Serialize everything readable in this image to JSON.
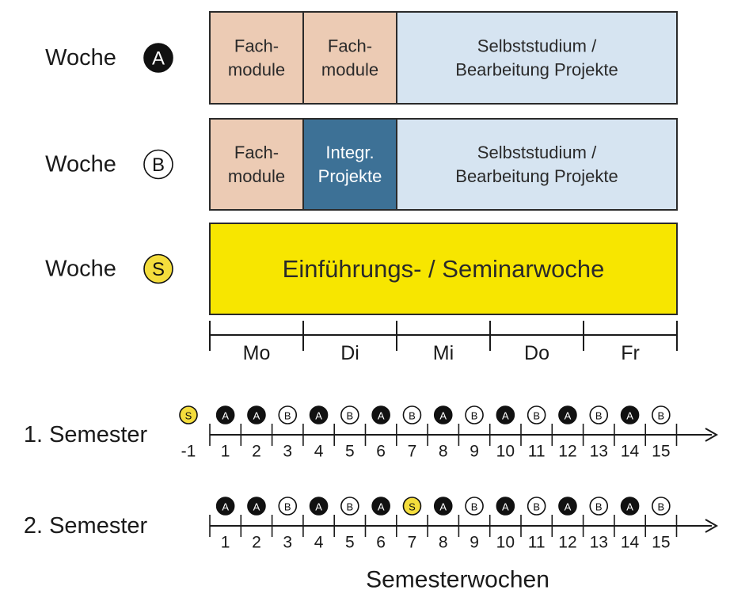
{
  "week_types": [
    {
      "label": "Woche",
      "badge": "A",
      "segments": [
        {
          "lines": [
            "Fach-",
            "module"
          ],
          "color": "#eccbb4",
          "text_color": "#2a2a2a",
          "days": 1
        },
        {
          "lines": [
            "Fach-",
            "module"
          ],
          "color": "#eccbb4",
          "text_color": "#2a2a2a",
          "days": 1
        },
        {
          "lines": [
            "Selbststudium /",
            "Bearbeitung Projekte"
          ],
          "color": "#d6e4f1",
          "text_color": "#2a2a2a",
          "days": 3
        }
      ]
    },
    {
      "label": "Woche",
      "badge": "B",
      "segments": [
        {
          "lines": [
            "Fach-",
            "module"
          ],
          "color": "#eccbb4",
          "text_color": "#2a2a2a",
          "days": 1
        },
        {
          "lines": [
            "Integr.",
            "Projekte"
          ],
          "color": "#3d7196",
          "text_color": "#ffffff",
          "days": 1
        },
        {
          "lines": [
            "Selbststudium /",
            "Bearbeitung Projekte"
          ],
          "color": "#d6e4f1",
          "text_color": "#2a2a2a",
          "days": 3
        }
      ]
    },
    {
      "label": "Woche",
      "badge": "S",
      "segments": [
        {
          "lines": [
            "Einführungs- / Seminarwoche"
          ],
          "color": "#f7e600",
          "text_color": "#2a2a2a",
          "days": 5
        }
      ]
    }
  ],
  "days": [
    "Mo",
    "Di",
    "Mi",
    "Do",
    "Fr"
  ],
  "badge_colors": {
    "A": {
      "fill": "#111111",
      "text": "#ffffff"
    },
    "B": {
      "fill": "#ffffff",
      "text": "#111111"
    },
    "S": {
      "fill": "#f4dd3c",
      "text": "#111111"
    }
  },
  "semesters": [
    {
      "label": "1. Semester",
      "weeks": [
        {
          "number": "-1",
          "type": "S"
        },
        {
          "number": "1",
          "type": "A"
        },
        {
          "number": "2",
          "type": "A"
        },
        {
          "number": "3",
          "type": "B"
        },
        {
          "number": "4",
          "type": "A"
        },
        {
          "number": "5",
          "type": "B"
        },
        {
          "number": "6",
          "type": "A"
        },
        {
          "number": "7",
          "type": "B"
        },
        {
          "number": "8",
          "type": "A"
        },
        {
          "number": "9",
          "type": "B"
        },
        {
          "number": "10",
          "type": "A"
        },
        {
          "number": "11",
          "type": "B"
        },
        {
          "number": "12",
          "type": "A"
        },
        {
          "number": "13",
          "type": "B"
        },
        {
          "number": "14",
          "type": "A"
        },
        {
          "number": "15",
          "type": "B"
        }
      ]
    },
    {
      "label": "2. Semester",
      "weeks": [
        {
          "number": "1",
          "type": "A"
        },
        {
          "number": "2",
          "type": "A"
        },
        {
          "number": "3",
          "type": "B"
        },
        {
          "number": "4",
          "type": "A"
        },
        {
          "number": "5",
          "type": "B"
        },
        {
          "number": "6",
          "type": "A"
        },
        {
          "number": "7",
          "type": "S"
        },
        {
          "number": "8",
          "type": "A"
        },
        {
          "number": "9",
          "type": "B"
        },
        {
          "number": "10",
          "type": "A"
        },
        {
          "number": "11",
          "type": "B"
        },
        {
          "number": "12",
          "type": "A"
        },
        {
          "number": "13",
          "type": "B"
        },
        {
          "number": "14",
          "type": "A"
        },
        {
          "number": "15",
          "type": "B"
        }
      ]
    }
  ],
  "axis_label": "Semesterwochen"
}
